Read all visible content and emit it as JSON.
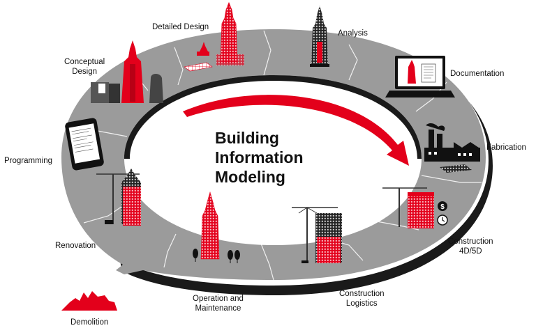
{
  "title": {
    "line1": "Building",
    "line2": "Information",
    "line3": "Modeling"
  },
  "stages": {
    "conceptual_design": [
      "Conceptual",
      "Design"
    ],
    "detailed_design": "Detailed Design",
    "analysis": "Analysis",
    "documentation": "Documentation",
    "fabrication": "Fabrication",
    "construction_4d5d": [
      "Construction",
      "4D/5D"
    ],
    "construction_logistics": [
      "Construction",
      "Logistics"
    ],
    "operation_maintenance": [
      "Operation and",
      "Maintenance"
    ],
    "renovation": "Renovation",
    "demolition": "Demolition",
    "programming": "Programming"
  },
  "icons": {
    "dollar": "$"
  },
  "colors": {
    "ring_top": "#9a9a9a",
    "ring_side": "#1a1a1a",
    "accent_red": "#e3001b",
    "dark": "#2a2a2a"
  }
}
